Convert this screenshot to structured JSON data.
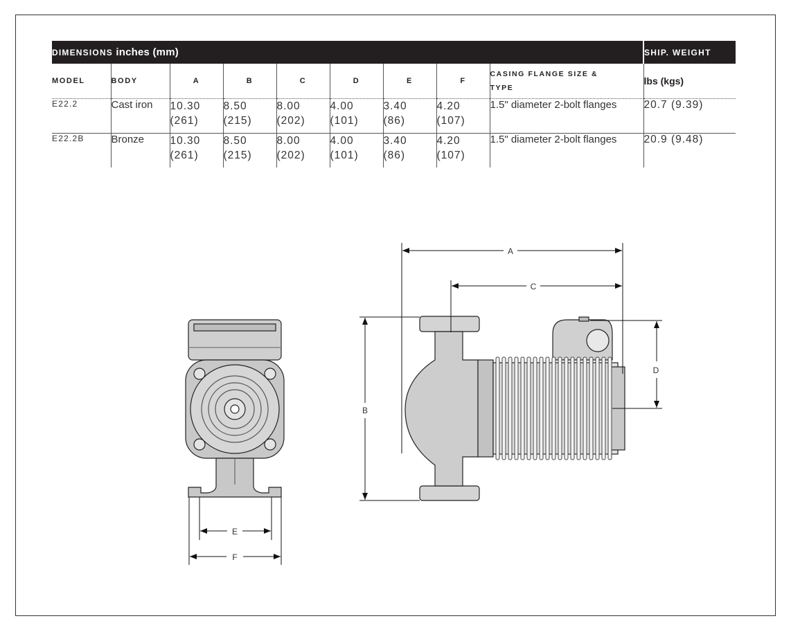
{
  "table": {
    "title_main": "DIMENSIONS",
    "title_rest": " inches (mm)",
    "ship_weight_title": "SHIP. WEIGHT",
    "columns": {
      "model": "MODEL",
      "body": "BODY",
      "a": "A",
      "b": "B",
      "c": "C",
      "d": "D",
      "e": "E",
      "f": "F",
      "casing_line1": "CASING FLANGE SIZE &",
      "casing_line2": "TYPE",
      "weight_units": "lbs (kgs)"
    },
    "rows": [
      {
        "model": "E22.2",
        "body": "Cast iron",
        "a_in": "10.30",
        "a_mm": "(261)",
        "b_in": "8.50",
        "b_mm": "(215)",
        "c_in": "8.00",
        "c_mm": "(202)",
        "d_in": "4.00",
        "d_mm": "(101)",
        "e_in": "3.40",
        "e_mm": "(86)",
        "f_in": "4.20",
        "f_mm": "(107)",
        "flange": "1.5\" diameter 2-bolt flanges",
        "weight": "20.7 (9.39)"
      },
      {
        "model": "E22.2B",
        "body": "Bronze",
        "a_in": "10.30",
        "a_mm": "(261)",
        "b_in": "8.50",
        "b_mm": "(215)",
        "c_in": "8.00",
        "c_mm": "(202)",
        "d_in": "4.00",
        "d_mm": "(101)",
        "e_in": "3.40",
        "e_mm": "(86)",
        "f_in": "4.20",
        "f_mm": "(107)",
        "flange": "1.5\" diameter 2-bolt flanges",
        "weight": "20.9 (9.48)"
      }
    ]
  },
  "drawing": {
    "labels": {
      "a": "A",
      "b": "B",
      "c": "C",
      "d": "D",
      "e": "E",
      "f": "F"
    }
  }
}
